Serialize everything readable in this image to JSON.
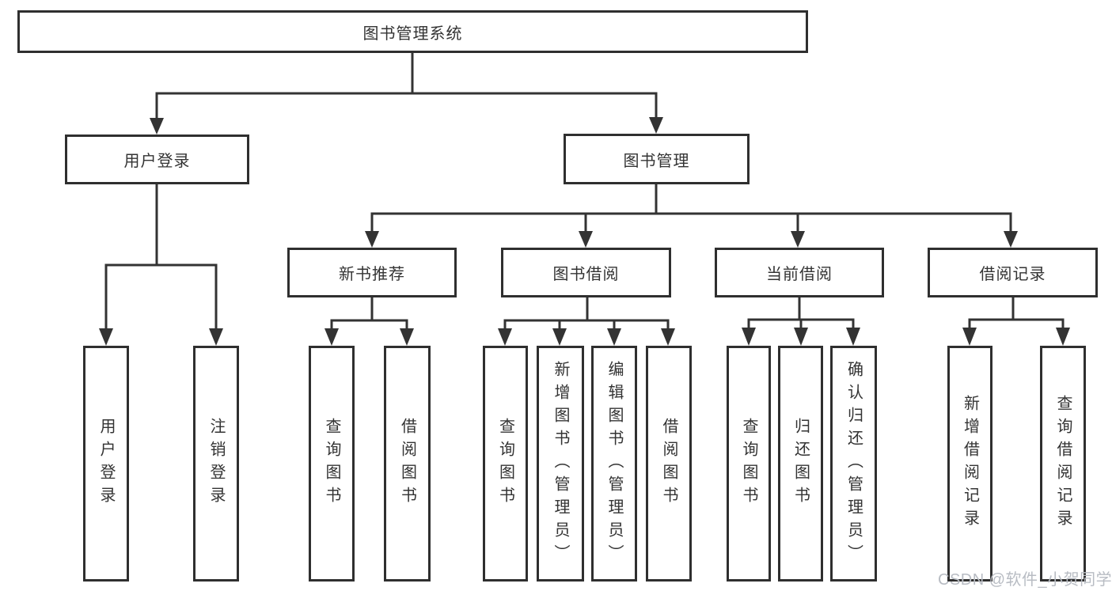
{
  "diagram_title": "图书管理系统",
  "watermark": "CSDN @软件_小贺同学",
  "colors": {
    "line": "#333333",
    "box_border": "#2f2f2f",
    "text": "#333333",
    "watermark": "#b8bcc3",
    "background": "#ffffff"
  },
  "nodes": {
    "root": {
      "label": "图书管理系统"
    },
    "user_login": {
      "label": "用户登录"
    },
    "book_mgmt": {
      "label": "图书管理"
    },
    "new_book": {
      "label": "新书推荐"
    },
    "book_borrow": {
      "label": "图书借阅"
    },
    "current_borrow": {
      "label": "当前借阅"
    },
    "borrow_records": {
      "label": "借阅记录"
    },
    "user_login_leaf": {
      "label": "用户登录"
    },
    "logout_leaf": {
      "label": "注销登录"
    },
    "nb_query": {
      "label": "查询图书"
    },
    "nb_borrow": {
      "label": "借阅图书"
    },
    "bb_query": {
      "label": "查询图书"
    },
    "bb_add": {
      "label": "新增图书（管理员）"
    },
    "bb_edit": {
      "label": "编辑图书（管理员）"
    },
    "bb_borrow": {
      "label": "借阅图书"
    },
    "cb_query": {
      "label": "查询图书"
    },
    "cb_return": {
      "label": "归还图书"
    },
    "cb_confirm": {
      "label": "确认归还（管理员）"
    },
    "br_add": {
      "label": "新增借阅记录"
    },
    "br_query": {
      "label": "查询借阅记录"
    }
  },
  "hierarchy": {
    "图书管理系统": {
      "用户登录": [
        "用户登录",
        "注销登录"
      ],
      "图书管理": {
        "新书推荐": [
          "查询图书",
          "借阅图书"
        ],
        "图书借阅": [
          "查询图书",
          "新增图书（管理员）",
          "编辑图书（管理员）",
          "借阅图书"
        ],
        "当前借阅": [
          "查询图书",
          "归还图书",
          "确认归还（管理员）"
        ],
        "借阅记录": [
          "新增借阅记录",
          "查询借阅记录"
        ]
      }
    }
  }
}
